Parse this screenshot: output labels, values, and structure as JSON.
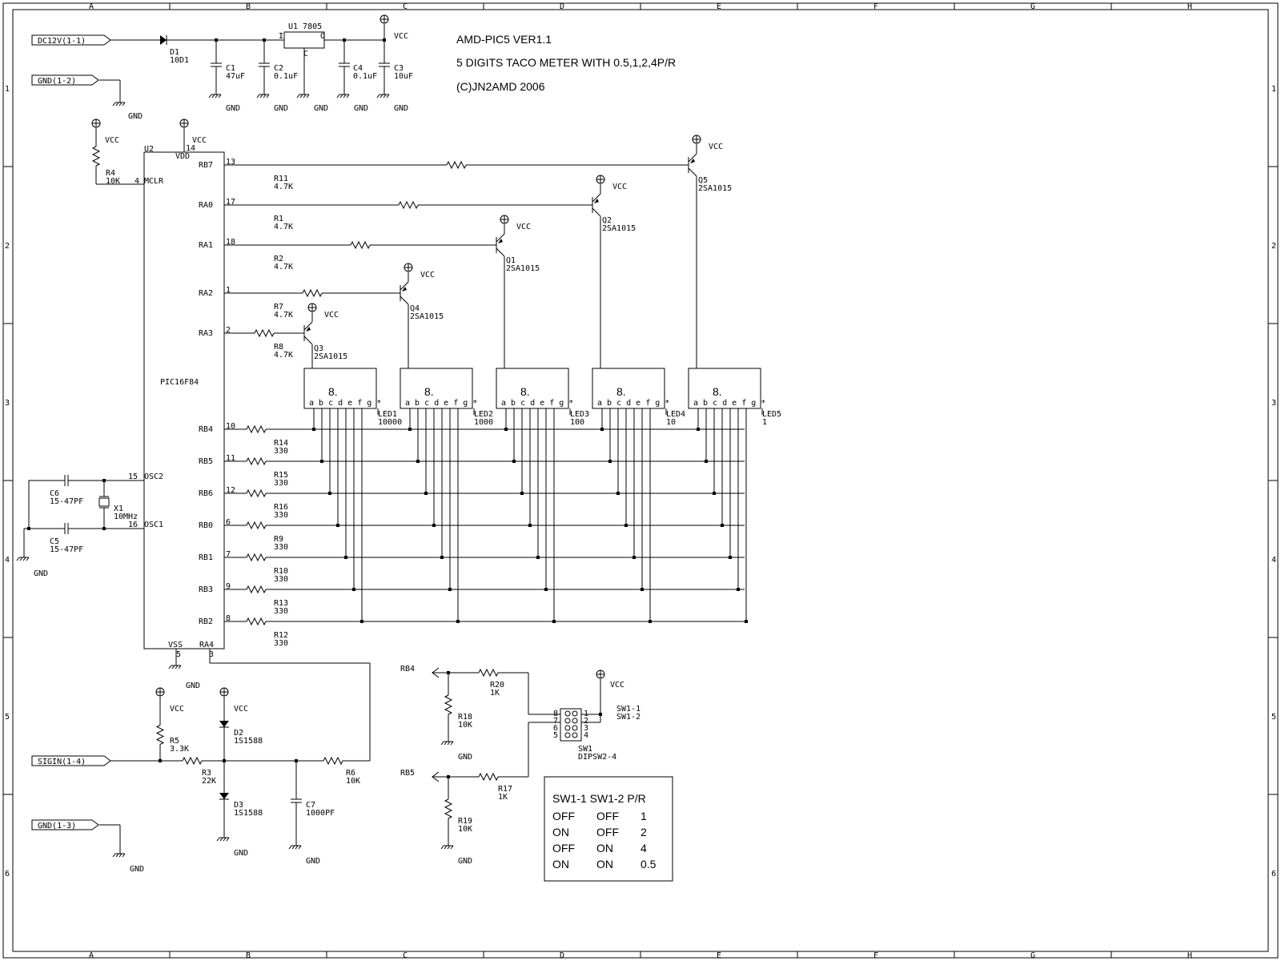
{
  "border": {
    "columns": [
      "A",
      "B",
      "C",
      "D",
      "E",
      "F",
      "G",
      "H"
    ],
    "rows": [
      "1",
      "2",
      "3",
      "4",
      "5",
      "6"
    ]
  },
  "title": {
    "line1": "AMD-PIC5 VER1.1",
    "line2": "5 DIGITS TACO METER WITH 0.5,1,2,4P/R",
    "line3": "(C)JN2AMD 2006"
  },
  "ports": {
    "dc12v": "DC12V(1-1)",
    "gnd12": "GND(1-2)",
    "sigin": "SIGIN(1-4)",
    "gnd13": "GND(1-3)"
  },
  "common": {
    "vcc": "VCC",
    "gnd": "GND"
  },
  "power": {
    "d1_ref": "D1",
    "d1_val": "10D1",
    "u1": "U1 7805",
    "u1_in": "I",
    "u1_out": "O",
    "u1_com": "C",
    "c1_ref": "C1",
    "c1_val": "47uF",
    "c2_ref": "C2",
    "c2_val": "0.1uF",
    "c4_ref": "C4",
    "c4_val": "0.1uF",
    "c3_ref": "C3",
    "c3_val": "10uF"
  },
  "mcu": {
    "ref": "U2",
    "part": "PIC16F84",
    "vdd": "VDD",
    "vdd_pin": "14",
    "vss": "VSS",
    "vss_pin": "5",
    "mclr": "MCLR",
    "mclr_pin": "4",
    "osc2": "OSC2",
    "osc2_pin": "15",
    "osc1": "OSC1",
    "osc1_pin": "16",
    "ra4": "RA4",
    "ra4_pin": "3",
    "r4_ref": "R4",
    "r4_val": "10K"
  },
  "digit_pins": [
    {
      "name": "RB7",
      "pin": "13",
      "r_ref": "R11",
      "r_val": "4.7K"
    },
    {
      "name": "RA0",
      "pin": "17",
      "r_ref": "R1",
      "r_val": "4.7K"
    },
    {
      "name": "RA1",
      "pin": "18",
      "r_ref": "R2",
      "r_val": "4.7K"
    },
    {
      "name": "RA2",
      "pin": "1",
      "r_ref": "R7",
      "r_val": "4.7K"
    },
    {
      "name": "RA3",
      "pin": "2",
      "r_ref": "R8",
      "r_val": "4.7K"
    }
  ],
  "transistors": [
    {
      "ref": "Q5",
      "part": "2SA1015"
    },
    {
      "ref": "Q2",
      "part": "2SA1015"
    },
    {
      "ref": "Q1",
      "part": "2SA1015"
    },
    {
      "ref": "Q4",
      "part": "2SA1015"
    },
    {
      "ref": "Q3",
      "part": "2SA1015"
    }
  ],
  "segment_pins": [
    {
      "name": "RB4",
      "pin": "10",
      "r_ref": "R14",
      "r_val": "330"
    },
    {
      "name": "RB5",
      "pin": "11",
      "r_ref": "R15",
      "r_val": "330"
    },
    {
      "name": "RB6",
      "pin": "12",
      "r_ref": "R16",
      "r_val": "330"
    },
    {
      "name": "RB0",
      "pin": "6",
      "r_ref": "R9",
      "r_val": "330"
    },
    {
      "name": "RB1",
      "pin": "7",
      "r_ref": "R10",
      "r_val": "330"
    },
    {
      "name": "RB3",
      "pin": "9",
      "r_ref": "R13",
      "r_val": "330"
    },
    {
      "name": "RB2",
      "pin": "8",
      "r_ref": "R12",
      "r_val": "330"
    }
  ],
  "leds": [
    {
      "ref": "LED1",
      "val": "10000",
      "glyph": "8.",
      "pins": "a b c d e f g *"
    },
    {
      "ref": "LED2",
      "val": "1000",
      "glyph": "8.",
      "pins": "a b c d e f g *"
    },
    {
      "ref": "LED3",
      "val": "100",
      "glyph": "8.",
      "pins": "a b c d e f g *"
    },
    {
      "ref": "LED4",
      "val": "10",
      "glyph": "8.",
      "pins": "a b c d e f g *"
    },
    {
      "ref": "LED5",
      "val": "1",
      "glyph": "8.",
      "pins": "a b c d e f g *"
    }
  ],
  "osc": {
    "c6_ref": "C6",
    "c6_val": "15-47PF",
    "c5_ref": "C5",
    "c5_val": "15-47PF",
    "x1_ref": "X1",
    "x1_val": "10MHz"
  },
  "input": {
    "r5_ref": "R5",
    "r5_val": "3.3K",
    "r3_ref": "R3",
    "r3_val": "22K",
    "d2_ref": "D2",
    "d2_val": "1S1588",
    "d3_ref": "D3",
    "d3_val": "1S1588",
    "c7_ref": "C7",
    "c7_val": "1000PF",
    "r6_ref": "R6",
    "r6_val": "10K"
  },
  "switch": {
    "rb4": "RB4",
    "rb5": "RB5",
    "r20_ref": "R20",
    "r20_val": "1K",
    "r18_ref": "R18",
    "r18_val": "10K",
    "r17_ref": "R17",
    "r17_val": "1K",
    "r19_ref": "R19",
    "r19_val": "10K",
    "sw_ref": "SW1",
    "sw_val": "DIPSW2-4",
    "sw_label1": "SW1-1",
    "sw_label2": "SW1-2",
    "pin_nums": [
      "8",
      "7",
      "6",
      "5",
      "1",
      "2",
      "3",
      "4"
    ]
  },
  "pr_table": {
    "header": "SW1-1 SW1-2 P/R",
    "rows": [
      [
        "OFF",
        "OFF",
        "1"
      ],
      [
        "ON",
        "OFF",
        "2"
      ],
      [
        "OFF",
        "ON",
        "4"
      ],
      [
        "ON",
        "ON",
        "0.5"
      ]
    ]
  }
}
